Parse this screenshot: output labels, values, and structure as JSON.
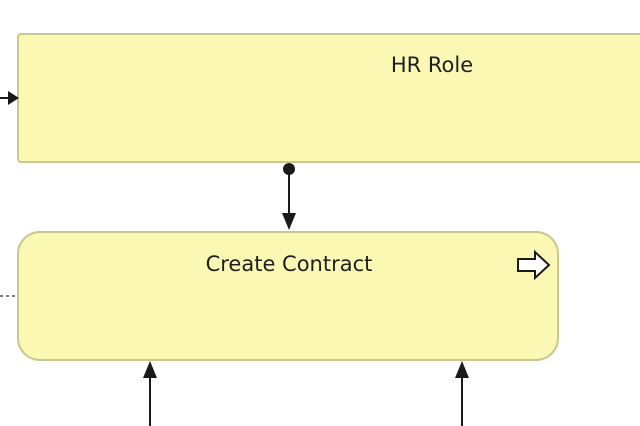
{
  "diagram": {
    "nodes": [
      {
        "id": "hr-role",
        "label": "HR Role",
        "kind": "role"
      },
      {
        "id": "create-contract",
        "label": "Create Contract",
        "kind": "activity"
      }
    ],
    "colors": {
      "node_fill": "#fbf8b4",
      "node_stroke": "#c8c890",
      "connector": "#1a1a1a",
      "dashed_connector": "#7a7a7a"
    },
    "icons": {
      "activity_marker": "hollow-arrow-right-icon"
    }
  }
}
